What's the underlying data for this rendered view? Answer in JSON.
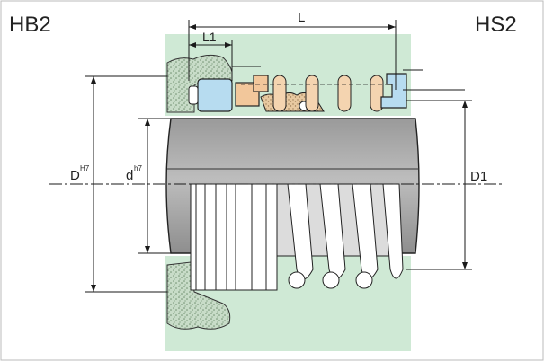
{
  "labels": {
    "left_model": "HB2",
    "right_model": "HS2",
    "length": "L",
    "length_1": "L1",
    "housing_bore": "D",
    "housing_bore_tol": "H7",
    "shaft_dia": "d",
    "shaft_dia_tol": "h7",
    "outer_dia": "D1"
  },
  "colors": {
    "background_zone": "#cfe9d5",
    "shaft": "#b8b8b8",
    "shaft_dark": "#7d7d7d",
    "seat_blue": "#b7dcf0",
    "seat_orange": "#f2c79b",
    "spring": "#f4d4b0",
    "stipple": "#9bb59b",
    "line": "#1a1a1a"
  }
}
